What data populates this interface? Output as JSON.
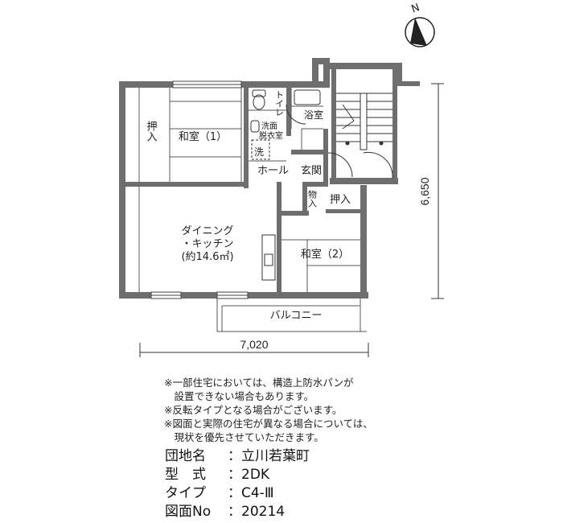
{
  "plan": {
    "rooms": {
      "washitsu1": "和室（1）",
      "oshiire_left": "押入",
      "toilet": "トイレ",
      "bath": "浴室",
      "senmen_line1": "洗面",
      "senmen_line2": "脱衣室",
      "sen": "洗",
      "hall": "ホール",
      "genkan": "玄関",
      "monoire": "物入",
      "oshiire_right": "押入",
      "dining_line1": "ダイニング",
      "dining_line2": "・キッチン",
      "dining_line3": "(約14.6㎡)",
      "washitsu2": "和室（2）",
      "balcony": "バルコニー"
    },
    "dimension_width": "7,020",
    "dimension_depth": "6,650",
    "compass": "N"
  },
  "notes": [
    "※一部住宅においては、構造上防水パンが",
    "　設置できない場合もあります。",
    "※反転タイプとなる場合がございます。",
    "※図面と実際の住宅が異なる場合については、",
    "　現状を優先させていただきます。"
  ],
  "info": {
    "danchi_label": "団地名",
    "danchi_value": "立川若葉町",
    "type_label": "型　式",
    "type_value": "2DK",
    "taipu_label": "タイプ",
    "taipu_value": "C4-Ⅲ",
    "zumen_label": "図面No",
    "zumen_value": "20214"
  }
}
